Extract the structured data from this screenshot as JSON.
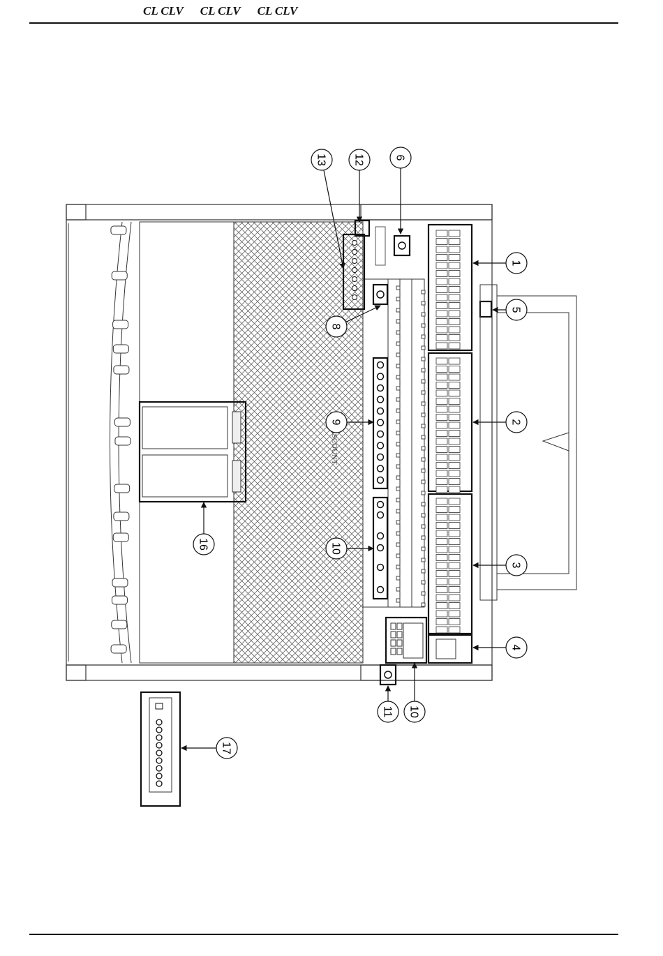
{
  "header": {
    "logos": [
      "CL  CLV",
      "CL  CLV",
      "CL  CLV"
    ]
  },
  "brand_label": "VISCOUNT",
  "callouts": [
    "1",
    "2",
    "3",
    "4",
    "5",
    "6",
    "8",
    "9",
    "10",
    "10",
    "11",
    "12",
    "13",
    "16",
    "17"
  ]
}
